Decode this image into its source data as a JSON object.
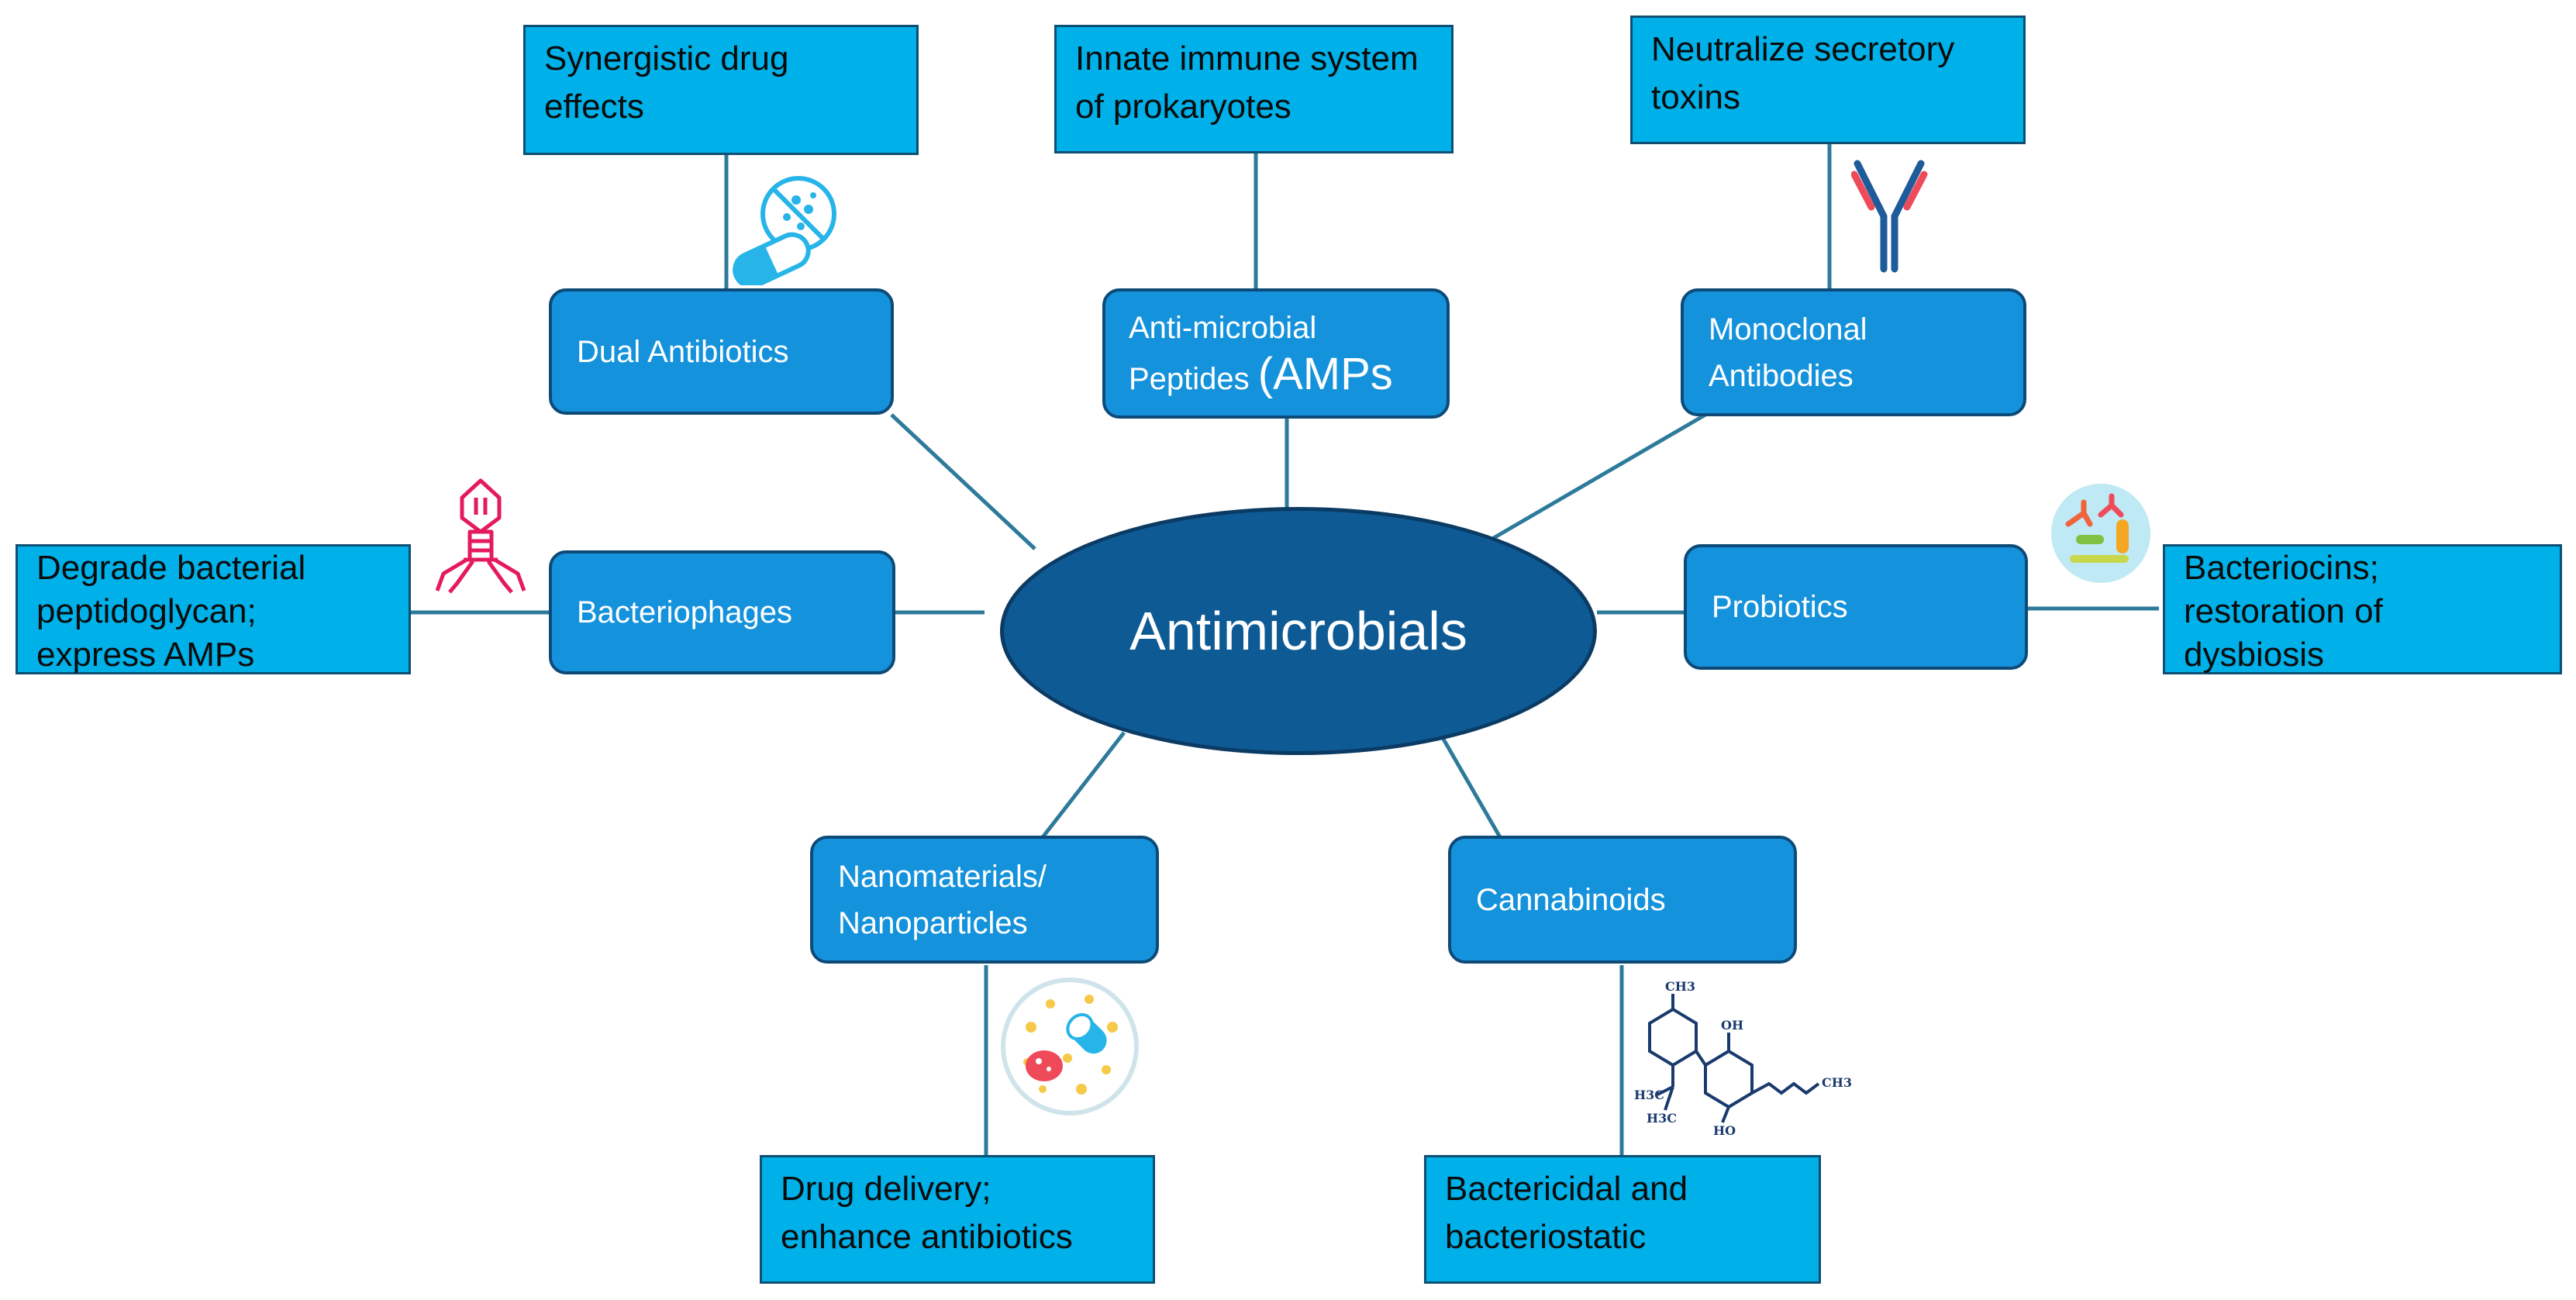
{
  "hub": {
    "label": "Antimicrobials"
  },
  "nodes": {
    "dual_antibiotics": {
      "lines": [
        "Dual Antibiotics"
      ]
    },
    "amps": {
      "line1": "Anti-microbial",
      "line2_small": "Peptides ",
      "line2_big": "(AMPs"
    },
    "monoclonal": {
      "lines": [
        "Monoclonal",
        "Antibodies"
      ]
    },
    "bacteriophages": {
      "lines": [
        "Bacteriophages"
      ]
    },
    "probiotics": {
      "lines": [
        "Probiotics"
      ]
    },
    "nanomaterials": {
      "lines": [
        "Nanomaterials/",
        "Nanoparticles"
      ]
    },
    "cannabinoids": {
      "lines": [
        "Cannabinoids"
      ]
    }
  },
  "descriptions": {
    "synergistic": {
      "lines": [
        "Synergistic drug",
        "effects"
      ]
    },
    "innate": {
      "lines": [
        "Innate immune system",
        "of prokaryotes"
      ]
    },
    "neutralize": {
      "lines": [
        "Neutralize secretory",
        "toxins"
      ]
    },
    "degrade": {
      "lines": [
        "Degrade bacterial",
        "peptidoglycan;",
        "express AMPs"
      ]
    },
    "bacteriocins": {
      "lines": [
        "Bacteriocins;",
        "restoration of",
        "dysbiosis"
      ]
    },
    "drug_delivery": {
      "lines": [
        "Drug delivery;",
        "enhance antibiotics"
      ]
    },
    "bactericidal": {
      "lines": [
        "Bactericidal and",
        "bacteriostatic"
      ]
    }
  },
  "molecule_labels": [
    "CH3",
    "OH",
    "H3C",
    "H3C",
    "HO",
    "CH3"
  ],
  "colors": {
    "node_fill": "#1592dc",
    "box_fill": "#00b0e8",
    "hub_fill": "#0d5a95",
    "connector": "#2e7a9a",
    "phage": "#e5195f",
    "antibody_blue": "#1e5b9a",
    "antibody_red": "#ef4a5a"
  },
  "icons": [
    "drug-capsule-icon",
    "antibody-icon",
    "bacteriophage-icon",
    "probiotic-bacteria-icon",
    "nanoparticle-capsule-icon",
    "cannabinoid-molecule-icon"
  ]
}
